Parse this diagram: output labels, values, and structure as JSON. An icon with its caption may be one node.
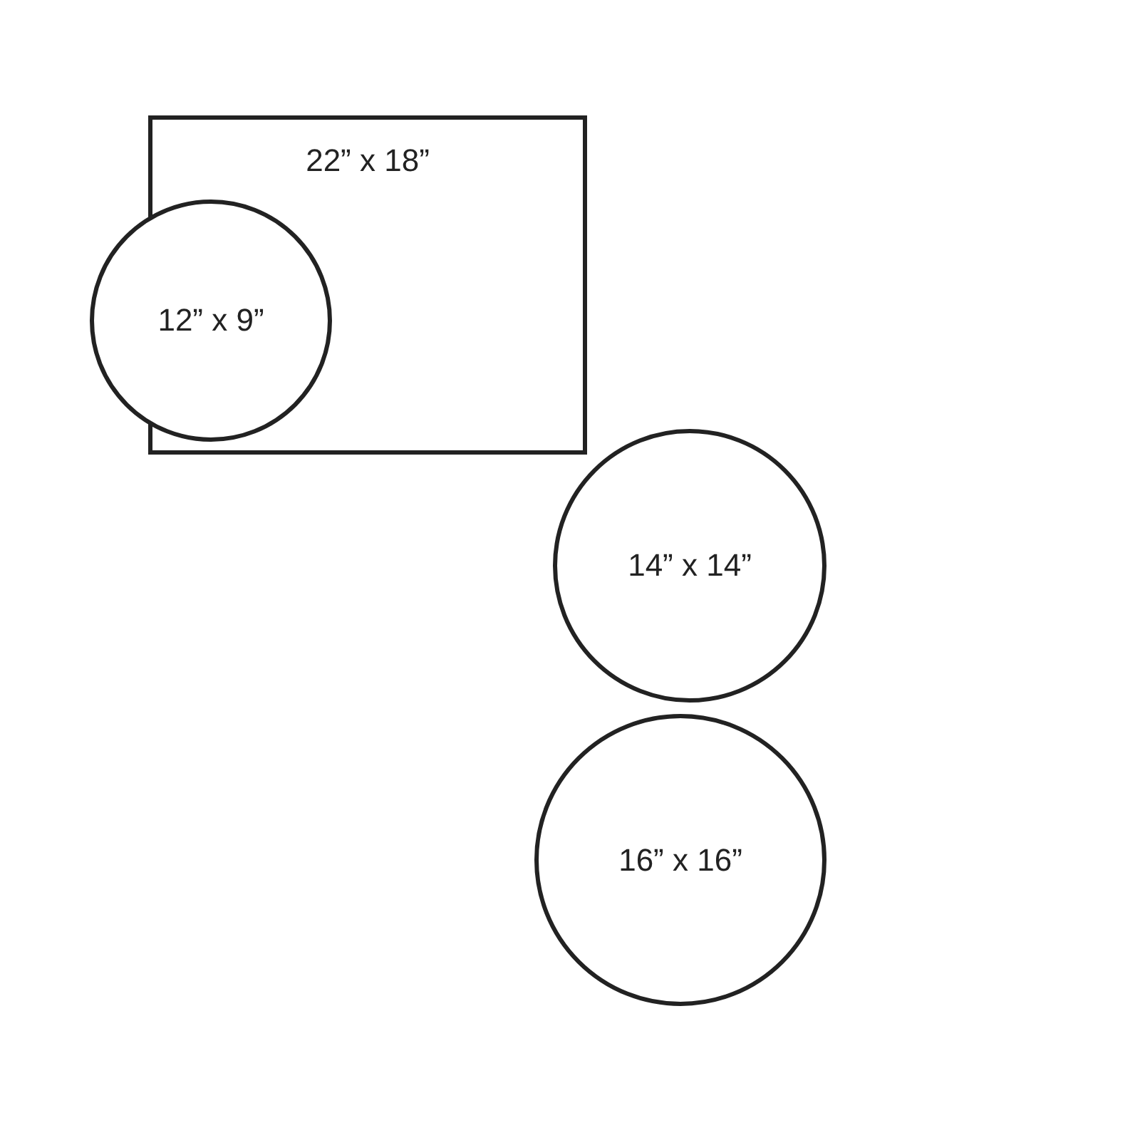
{
  "diagram": {
    "nodes": [
      {
        "text": [
          "22” x 18”"
        ]
      },
      {
        "text": [
          "12” x 9”"
        ]
      },
      {
        "text": [
          "14” x 14”"
        ]
      },
      {
        "text": [
          "16” x 16”"
        ]
      }
    ]
  }
}
